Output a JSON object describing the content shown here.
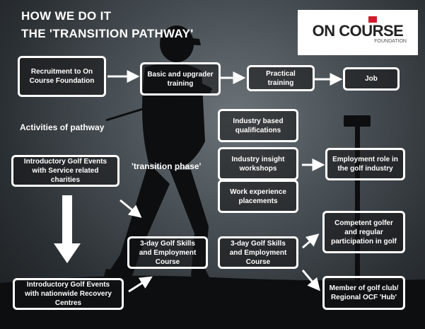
{
  "title_line1": "HOW WE DO IT",
  "title_line2": "THE 'TRANSITION PATHWAY'",
  "logo": {
    "main": "ON COURSE",
    "sub": "FOUNDATION",
    "accent": "#d01c2c"
  },
  "pathway": {
    "recruitment": "Recruitment to On Course Foundation",
    "training": "Basic and upgrader training",
    "practical": "Practical training",
    "job": "Job"
  },
  "activities_label": "Activities of pathway",
  "transition_label": "'transition phase'",
  "events_charities": "Introductory Golf Events with Service related charities",
  "events_recovery": "Introductory Golf Events with nationwide Recovery Centres",
  "course_left": "3-day Golf Skills and Employment Course",
  "course_right": "3-day Golf Skills and Employment Course",
  "industry_quals": "Industry based qualifications",
  "industry_insight": "Industry insight workshops",
  "work_experience": "Work experience placements",
  "employment_role": "Employment role in the golf industry",
  "competent_golfer": "Competent golfer and regular participation in golf",
  "member_club": "Member of golf club/ Regional OCF 'Hub'"
}
